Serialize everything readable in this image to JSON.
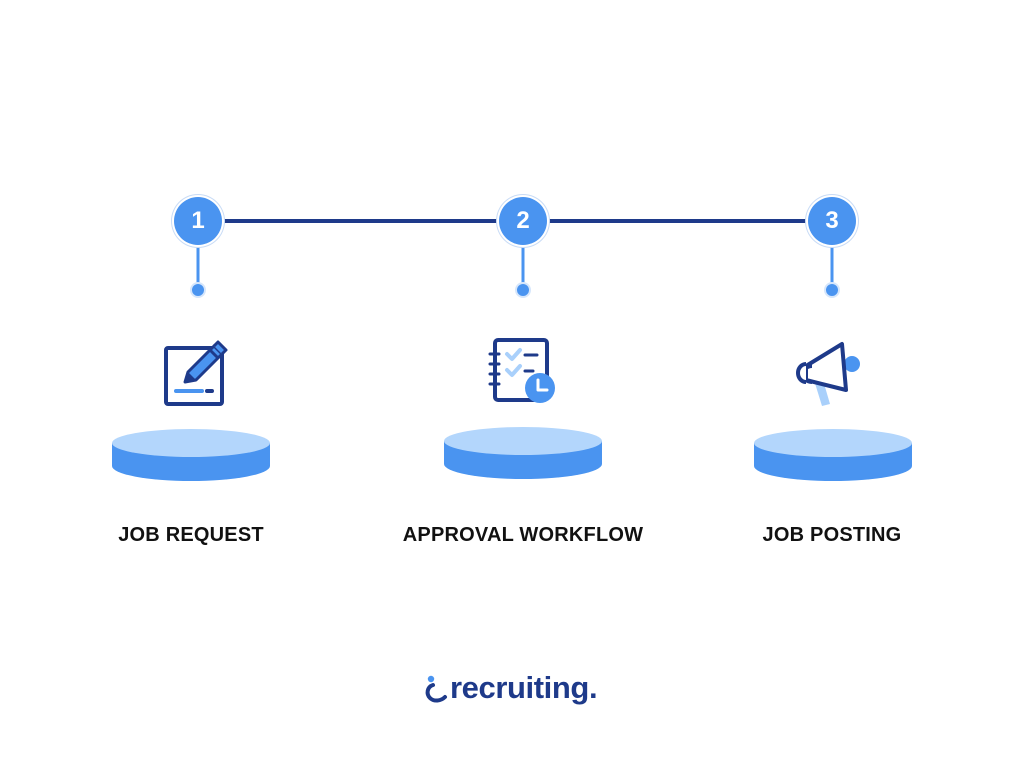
{
  "steps": [
    {
      "number": "1",
      "label": "JOB REQUEST",
      "icon": "edit-document-icon"
    },
    {
      "number": "2",
      "label": "APPROVAL WORKFLOW",
      "icon": "checklist-clock-icon"
    },
    {
      "number": "3",
      "label": "JOB POSTING",
      "icon": "megaphone-icon"
    }
  ],
  "brand": {
    "name": "recruiting.",
    "logo_icon": "person-logo-icon"
  },
  "colors": {
    "dark_blue": "#1e3a8a",
    "medium_blue": "#4a94f0",
    "light_blue": "#a9d0fb",
    "text": "#111111"
  }
}
